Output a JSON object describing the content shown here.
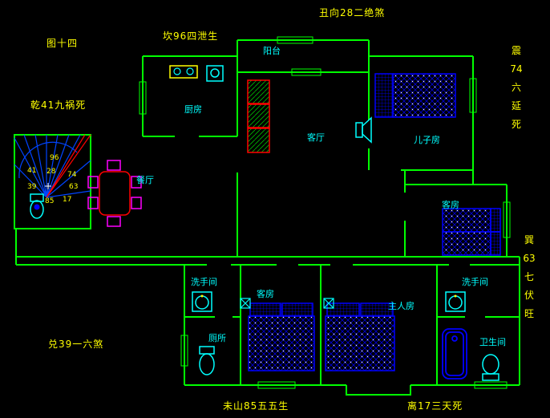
{
  "colors": {
    "background": "#000000",
    "wall": "#00ff00",
    "room_label": "#00ffff",
    "annotation": "#ffff00",
    "bed": "#0000ff",
    "fixture": "#00ffff",
    "dining": "#ff0000"
  },
  "annotations": {
    "figure": "图十四",
    "top_kan": "坎96四泄生",
    "top_chou": "丑向28二绝煞",
    "left_qian": "乾41九祸死",
    "left_dui": "兑39一六煞",
    "bottom_wei": "未山85五五生",
    "bottom_li": "离17三天死",
    "right_zhen_lines": [
      "震",
      "74",
      "六",
      "延",
      "死"
    ],
    "right_xun_lines": [
      "巽",
      "63",
      "七",
      "伏",
      "旺"
    ]
  },
  "rooms": {
    "balcony": "阳台",
    "kitchen": "厨房",
    "living_room": "客厅",
    "son_room": "儿子房",
    "dining_room": "餐厅",
    "guest_room_right": "客房",
    "guest_room_bottom": "客房",
    "master_room": "主人房",
    "washroom_left": "洗手间",
    "washroom_right": "洗手间",
    "toilet": "厕所",
    "bathroom": "卫生间"
  },
  "compass": {
    "numbers": [
      "96",
      "41",
      "28",
      "74",
      "39",
      "63",
      "85",
      "17"
    ]
  }
}
